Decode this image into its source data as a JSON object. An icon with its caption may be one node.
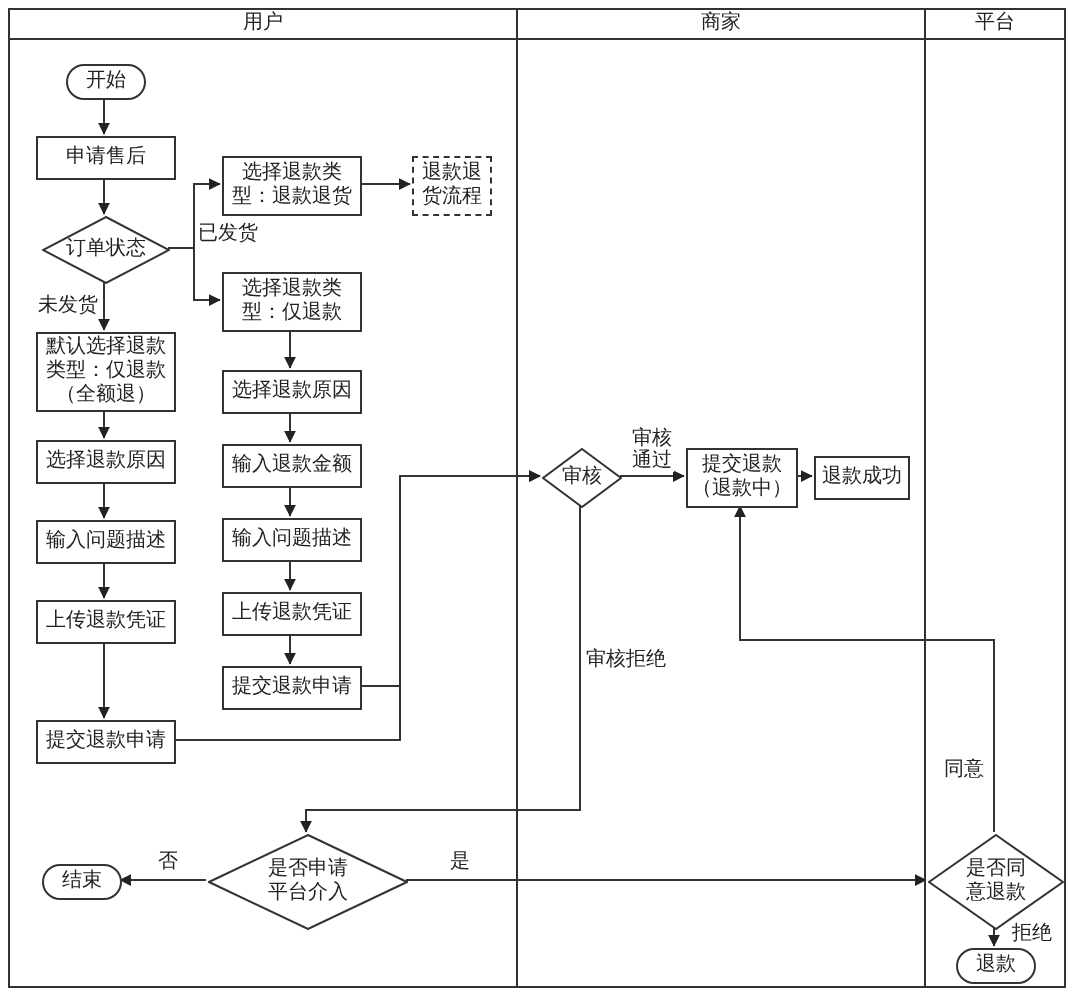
{
  "diagram": {
    "nodes": [
      {
        "text": [
          "用户"
        ]
      },
      {
        "text": [
          "商家"
        ]
      },
      {
        "text": [
          "平台"
        ]
      },
      {
        "text": [
          "开始"
        ],
        "in": 0
      },
      {
        "text": [
          "申请售后"
        ],
        "in": 0
      },
      {
        "text": [
          "订单状态"
        ],
        "in": 0
      },
      {
        "text": [
          "选择退款类型：退款退货"
        ],
        "in": 0
      },
      {
        "text": [
          "退款退货流程"
        ],
        "in": 0
      },
      {
        "text": [
          "选择退款类型：仅退款"
        ],
        "in": 0
      },
      {
        "text": [
          "选择退款原因"
        ],
        "in": 0
      },
      {
        "text": [
          "输入退款金额"
        ],
        "in": 0
      },
      {
        "text": [
          "输入问题描述"
        ],
        "in": 0
      },
      {
        "text": [
          "上传退款凭证"
        ],
        "in": 0
      },
      {
        "text": [
          "提交退款申请"
        ],
        "in": 0
      },
      {
        "text": [
          "默认选择退款类型：仅退款（全额退）"
        ],
        "in": 0
      },
      {
        "text": [
          "选择退款原因"
        ],
        "in": 0
      },
      {
        "text": [
          "输入问题描述"
        ],
        "in": 0
      },
      {
        "text": [
          "上传退款凭证"
        ],
        "in": 0
      },
      {
        "text": [
          "提交退款申请"
        ],
        "in": 0
      },
      {
        "text": [
          "审核"
        ],
        "in": 1
      },
      {
        "text": [
          "提交退款（退款中）"
        ],
        "in": 1
      },
      {
        "text": [
          "退款成功"
        ],
        "in": 1
      },
      {
        "text": [
          "是否申请平台介入"
        ],
        "in": 0
      },
      {
        "text": [
          "结束"
        ],
        "in": 0
      },
      {
        "text": [
          "是否同意退款"
        ],
        "in": 2
      },
      {
        "text": [
          "退款"
        ],
        "in": 2
      }
    ],
    "edges": [
      {
        "from": 3,
        "to": 4,
        "arrow": "to"
      },
      {
        "from": 4,
        "to": 5,
        "arrow": "to"
      },
      {
        "from": 5,
        "to": 6,
        "arrow": "to",
        "label": "已发货"
      },
      {
        "from": 5,
        "to": 8,
        "arrow": "to"
      },
      {
        "from": 6,
        "to": 7,
        "arrow": "to"
      },
      {
        "from": 5,
        "to": 14,
        "arrow": "to",
        "label": "未发货"
      },
      {
        "from": 14,
        "to": 15,
        "arrow": "to"
      },
      {
        "from": 15,
        "to": 16,
        "arrow": "to"
      },
      {
        "from": 16,
        "to": 17,
        "arrow": "to"
      },
      {
        "from": 17,
        "to": 18,
        "arrow": "to"
      },
      {
        "from": 8,
        "to": 9,
        "arrow": "to"
      },
      {
        "from": 9,
        "to": 10,
        "arrow": "to"
      },
      {
        "from": 10,
        "to": 11,
        "arrow": "to"
      },
      {
        "from": 11,
        "to": 12,
        "arrow": "to"
      },
      {
        "from": 12,
        "to": 13,
        "arrow": "to"
      },
      {
        "from": 13,
        "to": 19,
        "arrow": "to"
      },
      {
        "from": 18,
        "to": 19,
        "arrow": "to"
      },
      {
        "from": 19,
        "to": 20,
        "arrow": "to",
        "label": "审核通过"
      },
      {
        "from": 20,
        "to": 21,
        "arrow": "to"
      },
      {
        "from": 19,
        "to": 22,
        "arrow": "to",
        "label": "审核拒绝"
      },
      {
        "from": 22,
        "to": 23,
        "arrow": "to",
        "label": "否"
      },
      {
        "from": 22,
        "to": 24,
        "arrow": "to",
        "label": "是"
      },
      {
        "from": 24,
        "to": 20,
        "arrow": "to",
        "label": "同意"
      },
      {
        "from": 24,
        "to": 25,
        "arrow": "to",
        "label": "拒绝"
      }
    ]
  }
}
